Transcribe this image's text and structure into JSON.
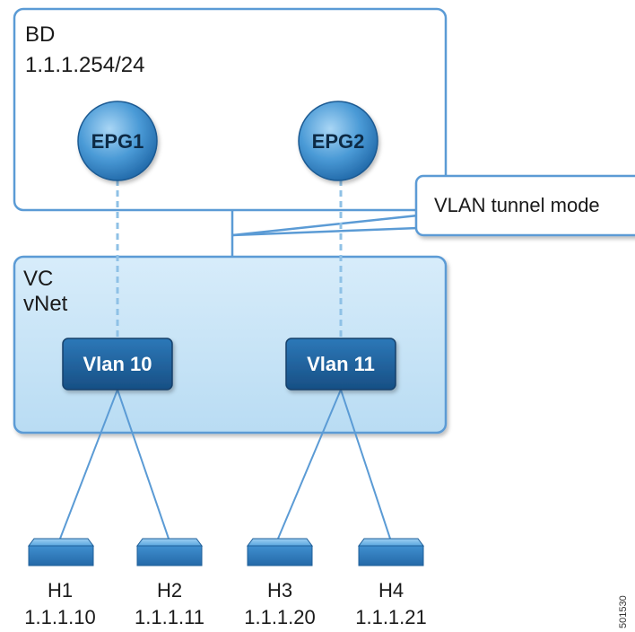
{
  "bd": {
    "title": "BD",
    "subnet": "1.1.1.254/24"
  },
  "epgs": [
    {
      "label": "EPG1"
    },
    {
      "label": "EPG2"
    }
  ],
  "callout": {
    "text": "VLAN tunnel mode"
  },
  "vc": {
    "line1": "VC",
    "line2": "vNet"
  },
  "vlans": [
    {
      "label": "Vlan 10"
    },
    {
      "label": "Vlan 11"
    }
  ],
  "hosts": [
    {
      "name": "H1",
      "ip": "1.1.1.10"
    },
    {
      "name": "H2",
      "ip": "1.1.1.11"
    },
    {
      "name": "H3",
      "ip": "1.1.1.20"
    },
    {
      "name": "H4",
      "ip": "1.1.1.21"
    }
  ],
  "figure_id": "501530",
  "colors": {
    "outline": "#5b9bd5",
    "epg_fill": "#4a9ad6",
    "vc_fill": "#cde6f7",
    "vlan_fill": "#1f5f99",
    "host_fill": "#3f8fcf"
  }
}
